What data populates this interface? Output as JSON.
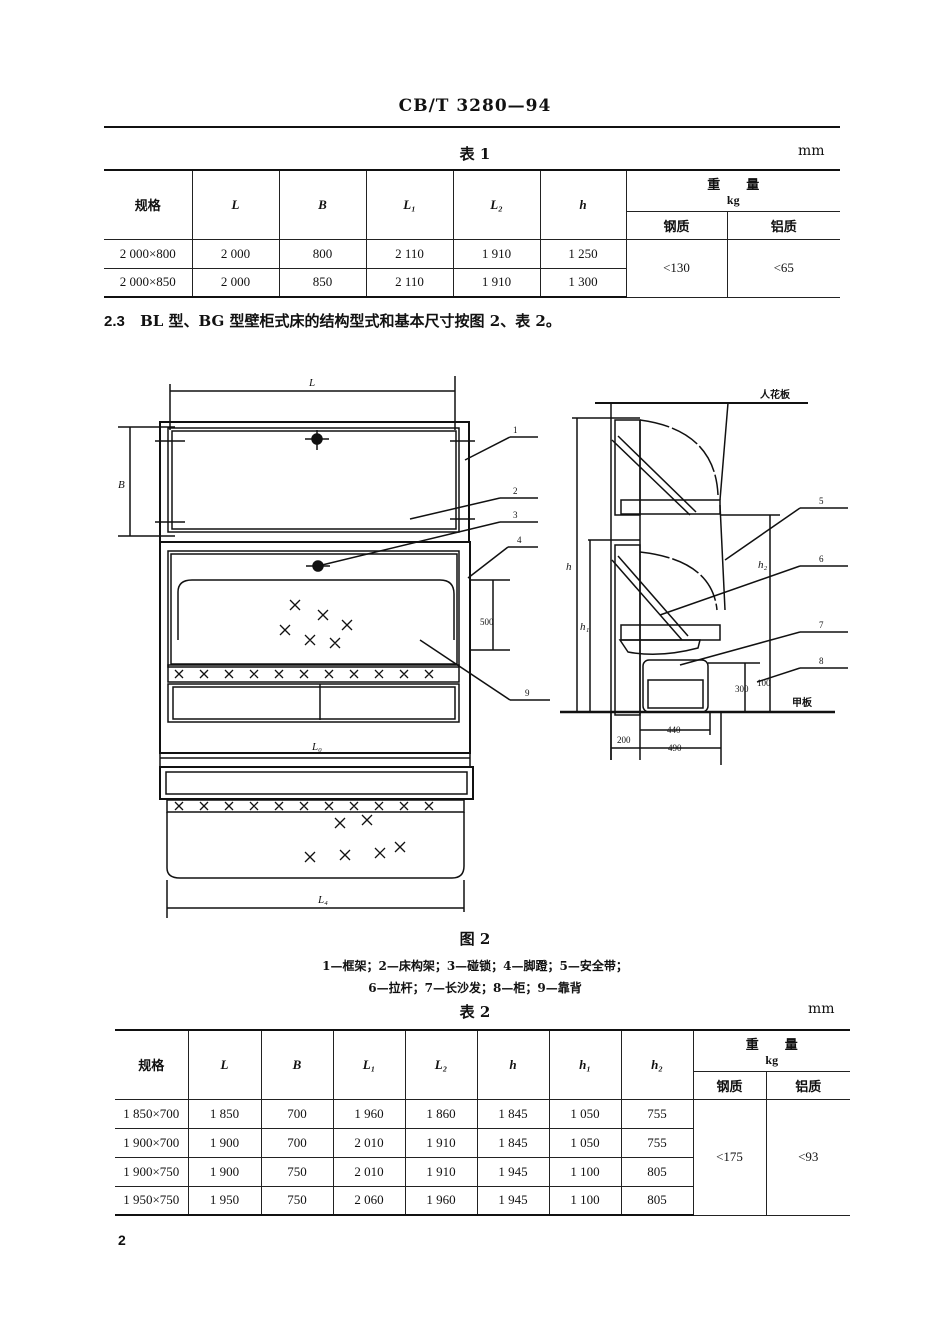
{
  "header": {
    "standard_code": "CB/T 3280—94"
  },
  "table1": {
    "caption": "表 1",
    "unit": "mm",
    "headers": {
      "spec": "规格",
      "L": "L",
      "B": "B",
      "L1": "L₁",
      "L2": "L₂",
      "h": "h",
      "weight": "重　　量",
      "weight_unit": "kg",
      "steel": "钢质",
      "aluminum": "铝质"
    },
    "rows": [
      {
        "spec": "2 000×800",
        "L": "2 000",
        "B": "800",
        "L1": "2 110",
        "L2": "1 910",
        "h": "1 250"
      },
      {
        "spec": "2 000×850",
        "L": "2 000",
        "B": "850",
        "L1": "2 110",
        "L2": "1 910",
        "h": "1 300"
      }
    ],
    "weight_steel": "<130",
    "weight_aluminum": "<65"
  },
  "paragraph": {
    "number": "2.3",
    "text": "BL 型、BG 型壁柜式床的结构型式和基本尺寸按图 2、表 2。"
  },
  "figure2": {
    "front_view_labels": {
      "L": "L",
      "B": "B",
      "L0": "L₀",
      "L4": "L₄",
      "dim_500": "500",
      "callouts": [
        "1",
        "2",
        "3",
        "4",
        "9"
      ]
    },
    "side_view_labels": {
      "ceiling": "人花板",
      "deck": "甲板",
      "h": "h",
      "h1": "h₁",
      "h2": "h₂",
      "dim_300": "300",
      "dim_100": "100",
      "dim_440": "440",
      "dim_200": "200",
      "dim_490": "490",
      "callouts": [
        "5",
        "6",
        "7",
        "8"
      ]
    },
    "caption": "图 2",
    "legend_line1": "1—框架；2—床构架；3—碰锁；4—脚蹬；5—安全带；",
    "legend_line2": "6—拉杆；7—长沙发；8—柜；9—靠背"
  },
  "table2": {
    "caption": "表 2",
    "unit": "mm",
    "headers": {
      "spec": "规格",
      "L": "L",
      "B": "B",
      "L1": "L₁",
      "L2": "L₂",
      "h": "h",
      "h1": "h₁",
      "h2": "h₂",
      "weight": "重　　量",
      "weight_unit": "kg",
      "steel": "钢质",
      "aluminum": "铝质"
    },
    "rows": [
      {
        "spec": "1 850×700",
        "L": "1 850",
        "B": "700",
        "L1": "1 960",
        "L2": "1 860",
        "h": "1 845",
        "h1": "1 050",
        "h2": "755"
      },
      {
        "spec": "1 900×700",
        "L": "1 900",
        "B": "700",
        "L1": "2 010",
        "L2": "1 910",
        "h": "1 845",
        "h1": "1 050",
        "h2": "755"
      },
      {
        "spec": "1 900×750",
        "L": "1 900",
        "B": "750",
        "L1": "2 010",
        "L2": "1 910",
        "h": "1 945",
        "h1": "1 100",
        "h2": "805"
      },
      {
        "spec": "1 950×750",
        "L": "1 950",
        "B": "750",
        "L1": "2 060",
        "L2": "1 960",
        "h": "1 945",
        "h1": "1 100",
        "h2": "805"
      }
    ],
    "weight_steel": "<175",
    "weight_aluminum": "<93"
  },
  "footer": {
    "page_number": "2"
  }
}
